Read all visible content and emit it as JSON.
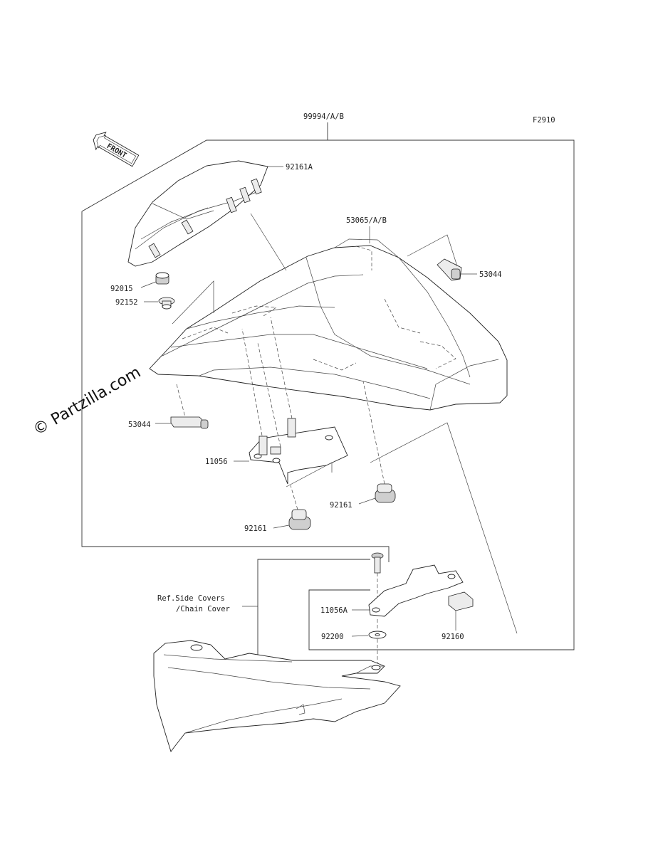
{
  "figure_code": "F2910",
  "front_label": "FRONT",
  "watermark": "© Partzilla.com",
  "ref_note": [
    "Ref.Side Covers",
    "/Chain Cover"
  ],
  "callouts": {
    "kit": "99994/A/B",
    "cowl": "53065/A/B",
    "damper_top": "92161A",
    "rubber_right": "53044",
    "rubber_left": "53044",
    "nut": "92015",
    "washer_top": "92152",
    "bracket": "11056",
    "damper_right": "92161",
    "damper_bottom": "92161",
    "bracket_small": "11056A",
    "washer_bottom": "92200",
    "pad": "92160"
  }
}
